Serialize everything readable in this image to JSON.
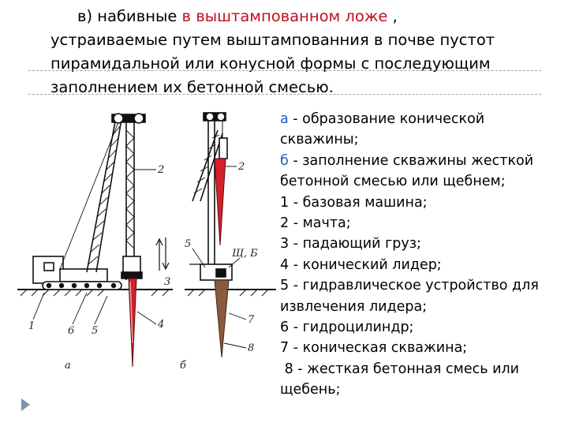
{
  "heading": {
    "prefix": "в) набивные ",
    "highlight": "в выштампованном ложе",
    "suffix": " ,",
    "line2": "устраиваемые путем выштампованния в почве пустот",
    "line3": "пирамидальной или конусной формы с последующим",
    "line4": "заполнением их бетонной смесью."
  },
  "legend": {
    "a_letter": "а",
    "a_line1": " - образование конической",
    "a_line2": "скважины;",
    "b_letter": "б",
    "b_line1": " - заполнение скважины жесткой",
    "b_line2": "бетонной смесью или щебнем;",
    "item1": "1 - базовая машина;",
    "item2": "2 - мачта;",
    "item3": "3 - падающий груз;",
    "item4": "4 - конический лидер;",
    "item5_line1": "5 - гидравлическое устройство для",
    "item5_line2": "извлечения лидера;",
    "item6": "6 - гидроцилиндр;",
    "item7": "7 - коническая скважина;",
    "item8_line1": " 8 - жесткая бетонная смесь или",
    "item8_line2": "щебень;"
  },
  "figure": {
    "label_a": "а",
    "label_b": "б",
    "callout_1": "1",
    "callout_2a": "2",
    "callout_3": "3",
    "callout_4": "4",
    "callout_5a": "5",
    "callout_6": "6",
    "callout_2b": "2",
    "callout_5b": "5",
    "callout_7": "7",
    "callout_8": "8",
    "callout_shb": "Щ, Б"
  },
  "colors": {
    "highlight_red": "#c0111d",
    "letter_blue": "#1f5fb5",
    "leader_red": "#d42027",
    "well_brown": "#8a5a3c",
    "separator": "#9aa5b4",
    "bullet": "#7d91a9"
  },
  "icons": {
    "bullet": "triangle-bullet-icon"
  }
}
